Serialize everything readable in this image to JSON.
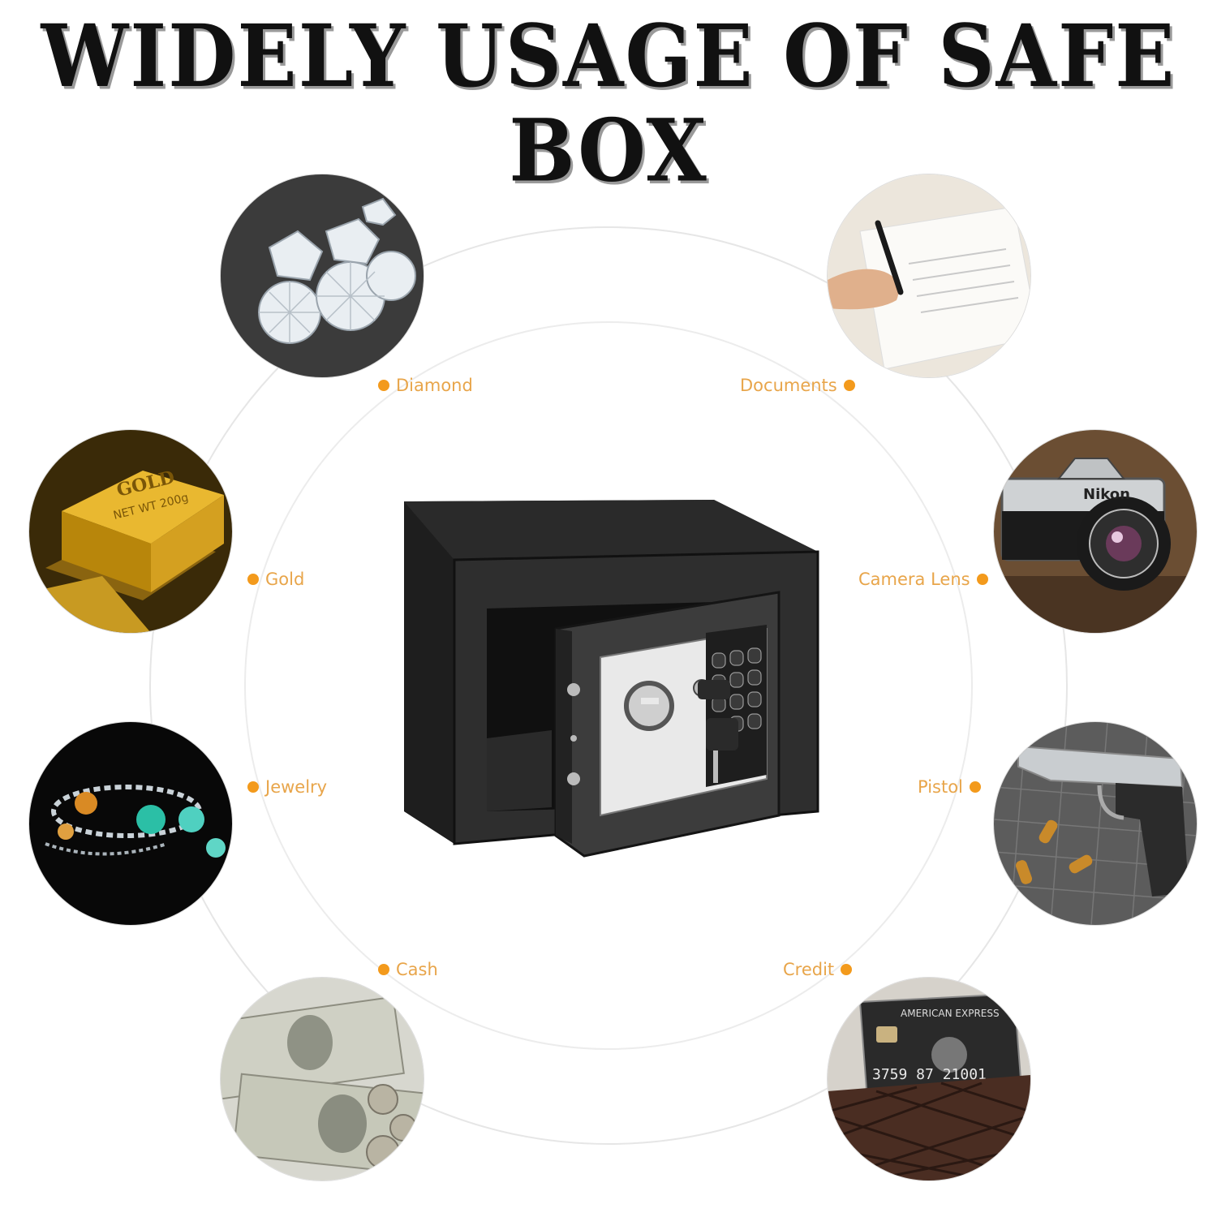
{
  "title": "WIDELY USAGE OF SAFE BOX",
  "accent_color": "#f39a1c",
  "label_color": "#e8a54a",
  "items": {
    "diamond": {
      "label": "Diamond",
      "icon": "diamond-photo"
    },
    "gold": {
      "label": "Gold",
      "icon": "gold-bar-photo"
    },
    "jewelry": {
      "label": "Jewelry",
      "icon": "jewelry-photo"
    },
    "cash": {
      "label": "Cash",
      "icon": "cash-photo"
    },
    "documents": {
      "label": "Documents",
      "icon": "documents-photo"
    },
    "camera": {
      "label": "Camera Lens",
      "icon": "camera-photo"
    },
    "pistol": {
      "label": "Pistol",
      "icon": "pistol-photo"
    },
    "credit": {
      "label": "Credit",
      "icon": "credit-card-photo"
    }
  },
  "photo_text": {
    "gold_bar": "GOLD",
    "gold_weight": "NET WT 200g",
    "camera_brand": "Nikon",
    "card_brand": "AMERICAN EXPRESS",
    "card_number": "3759 87  21001"
  }
}
